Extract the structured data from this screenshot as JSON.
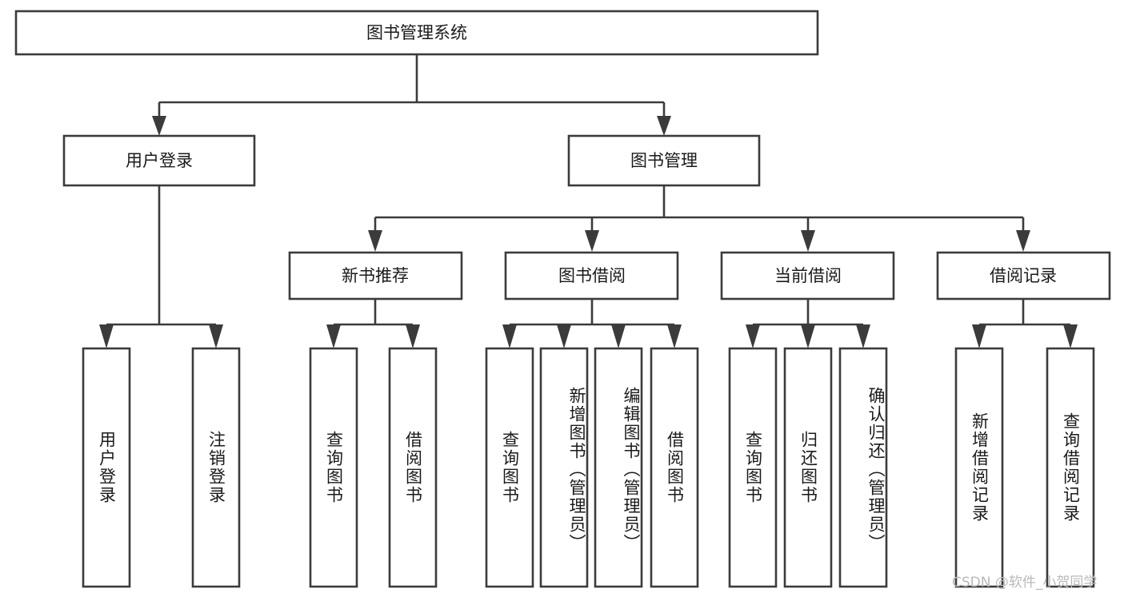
{
  "diagram": {
    "title": "图书管理系统",
    "watermark": "CSDN @软件_小贺同学",
    "colors": {
      "stroke": "#3b3b3b",
      "box_fill": "#ffffff",
      "text": "#1a1a1a",
      "watermark": "#b9b9b9",
      "background": "#ffffff"
    },
    "root": {
      "label": "图书管理系统"
    },
    "level2": [
      {
        "label": "用户登录"
      },
      {
        "label": "图书管理"
      }
    ],
    "level3": [
      {
        "label": "新书推荐"
      },
      {
        "label": "图书借阅"
      },
      {
        "label": "当前借阅"
      },
      {
        "label": "借阅记录"
      }
    ],
    "leaves": {
      "user_login": [
        {
          "label": "用户登录"
        },
        {
          "label": "注销登录"
        }
      ],
      "new_book_recommend": [
        {
          "label": "查询图书"
        },
        {
          "label": "借阅图书"
        }
      ],
      "book_borrow": [
        {
          "label": "查询图书"
        },
        {
          "label": "新增图书（管理员）"
        },
        {
          "label": "编辑图书（管理员）"
        },
        {
          "label": "借阅图书"
        }
      ],
      "current_borrow": [
        {
          "label": "查询图书"
        },
        {
          "label": "归还图书"
        },
        {
          "label": "确认归还（管理员）"
        }
      ],
      "borrow_record": [
        {
          "label": "新增借阅记录"
        },
        {
          "label": "查询借阅记录"
        }
      ]
    }
  }
}
